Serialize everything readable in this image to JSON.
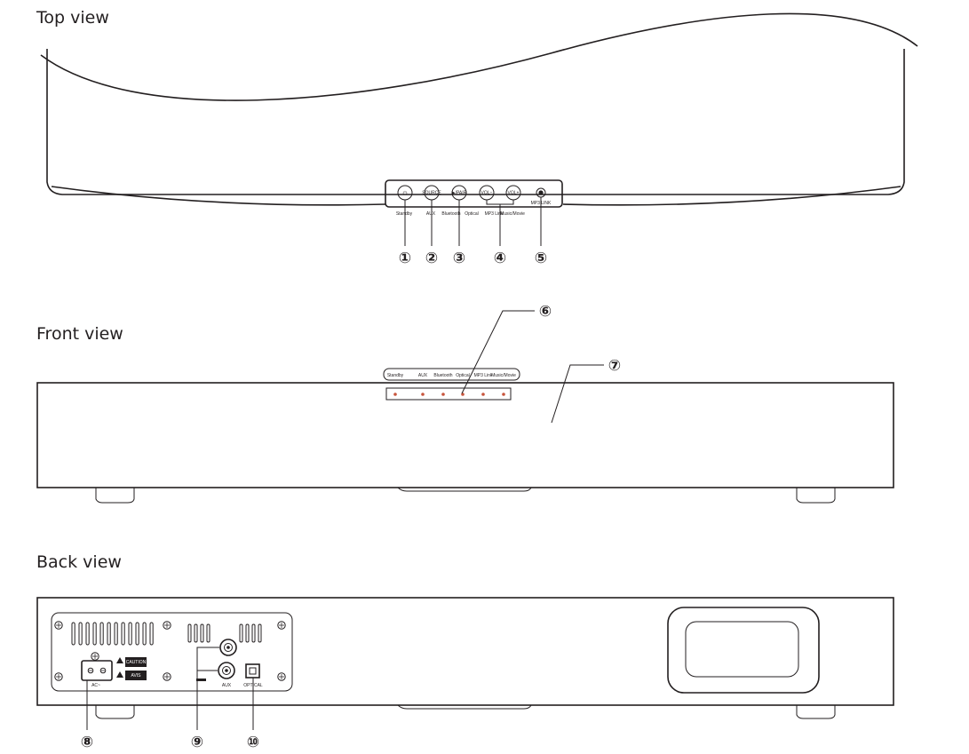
{
  "views": {
    "top": {
      "title": "Top view"
    },
    "front": {
      "title": "Front view"
    },
    "back": {
      "title": "Back view"
    }
  },
  "callouts": [
    "①",
    "②",
    "③",
    "④",
    "⑤",
    "⑥",
    "⑦",
    "⑧",
    "⑨",
    "⑩"
  ],
  "top_panel": {
    "labels": [
      "Standby",
      "AUX",
      "Bluetooth",
      "Optical",
      "MP3 Link",
      "Music/Movie",
      "MP3 LINK"
    ],
    "buttons": [
      "⏻",
      "SOURCE",
      "▶/PAIR",
      "VOL−",
      "VOL+"
    ]
  },
  "front_panel": {
    "labels": [
      "Standby",
      "AUX",
      "Bluetooth",
      "Optical",
      "MP3 Link",
      "Music/Movie"
    ]
  },
  "back_panel": {
    "ac_label": "AC~",
    "caution": "CAUTION",
    "aviso": "AVIS",
    "aux_label": "AUX",
    "optical_label": "OPTICAL"
  }
}
